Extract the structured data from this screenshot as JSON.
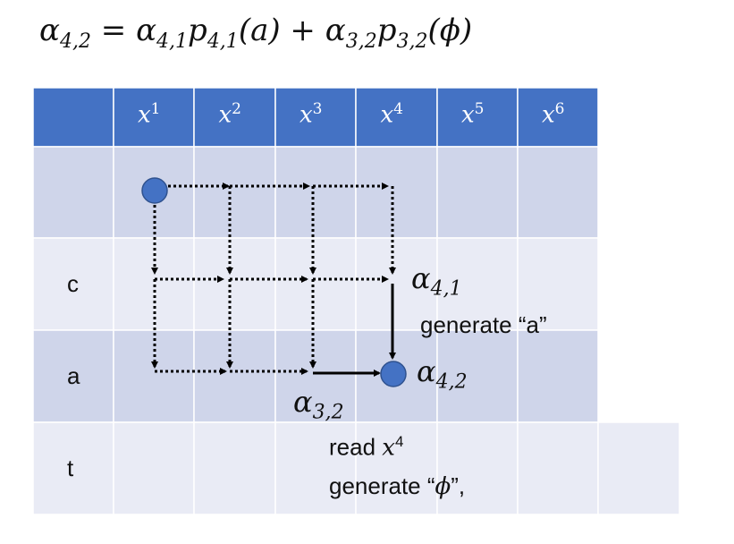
{
  "formula": {
    "lhs": "α",
    "lhs_sub": "4,2",
    "eq": " = ",
    "t1": "α",
    "t1_sub": "4,1",
    "t1_p": "p",
    "t1_p_sub": "4,1",
    "t1_arg": "(a)",
    "plus": " + ",
    "t2": "α",
    "t2_sub": "3,2",
    "t2_p": "p",
    "t2_p_sub": "3,2",
    "t2_arg": "(ϕ)"
  },
  "columns": [
    {
      "var": "x",
      "idx": "1"
    },
    {
      "var": "x",
      "idx": "2"
    },
    {
      "var": "x",
      "idx": "3"
    },
    {
      "var": "x",
      "idx": "4"
    },
    {
      "var": "x",
      "idx": "5"
    },
    {
      "var": "x",
      "idx": "6"
    }
  ],
  "rows": [
    "",
    "c",
    "a",
    "t"
  ],
  "labels": {
    "alpha41": {
      "sym": "α",
      "sub": "4,1"
    },
    "alpha42": {
      "sym": "α",
      "sub": "4,2"
    },
    "alpha32": {
      "sym": "α",
      "sub": "3,2"
    },
    "generate_a": "generate “a”",
    "read_prefix": "read ",
    "read_var": "x",
    "read_idx": "4",
    "generate_phi_prefix": "generate “",
    "generate_phi_sym": "ϕ",
    "generate_phi_suffix": "”,"
  },
  "colors": {
    "header": "#4472C4",
    "row_dark": "#CFD5EA",
    "row_light": "#E9EBF5",
    "node": "#4472C4",
    "node_border": "#2F528F",
    "arrow": "#000000"
  }
}
